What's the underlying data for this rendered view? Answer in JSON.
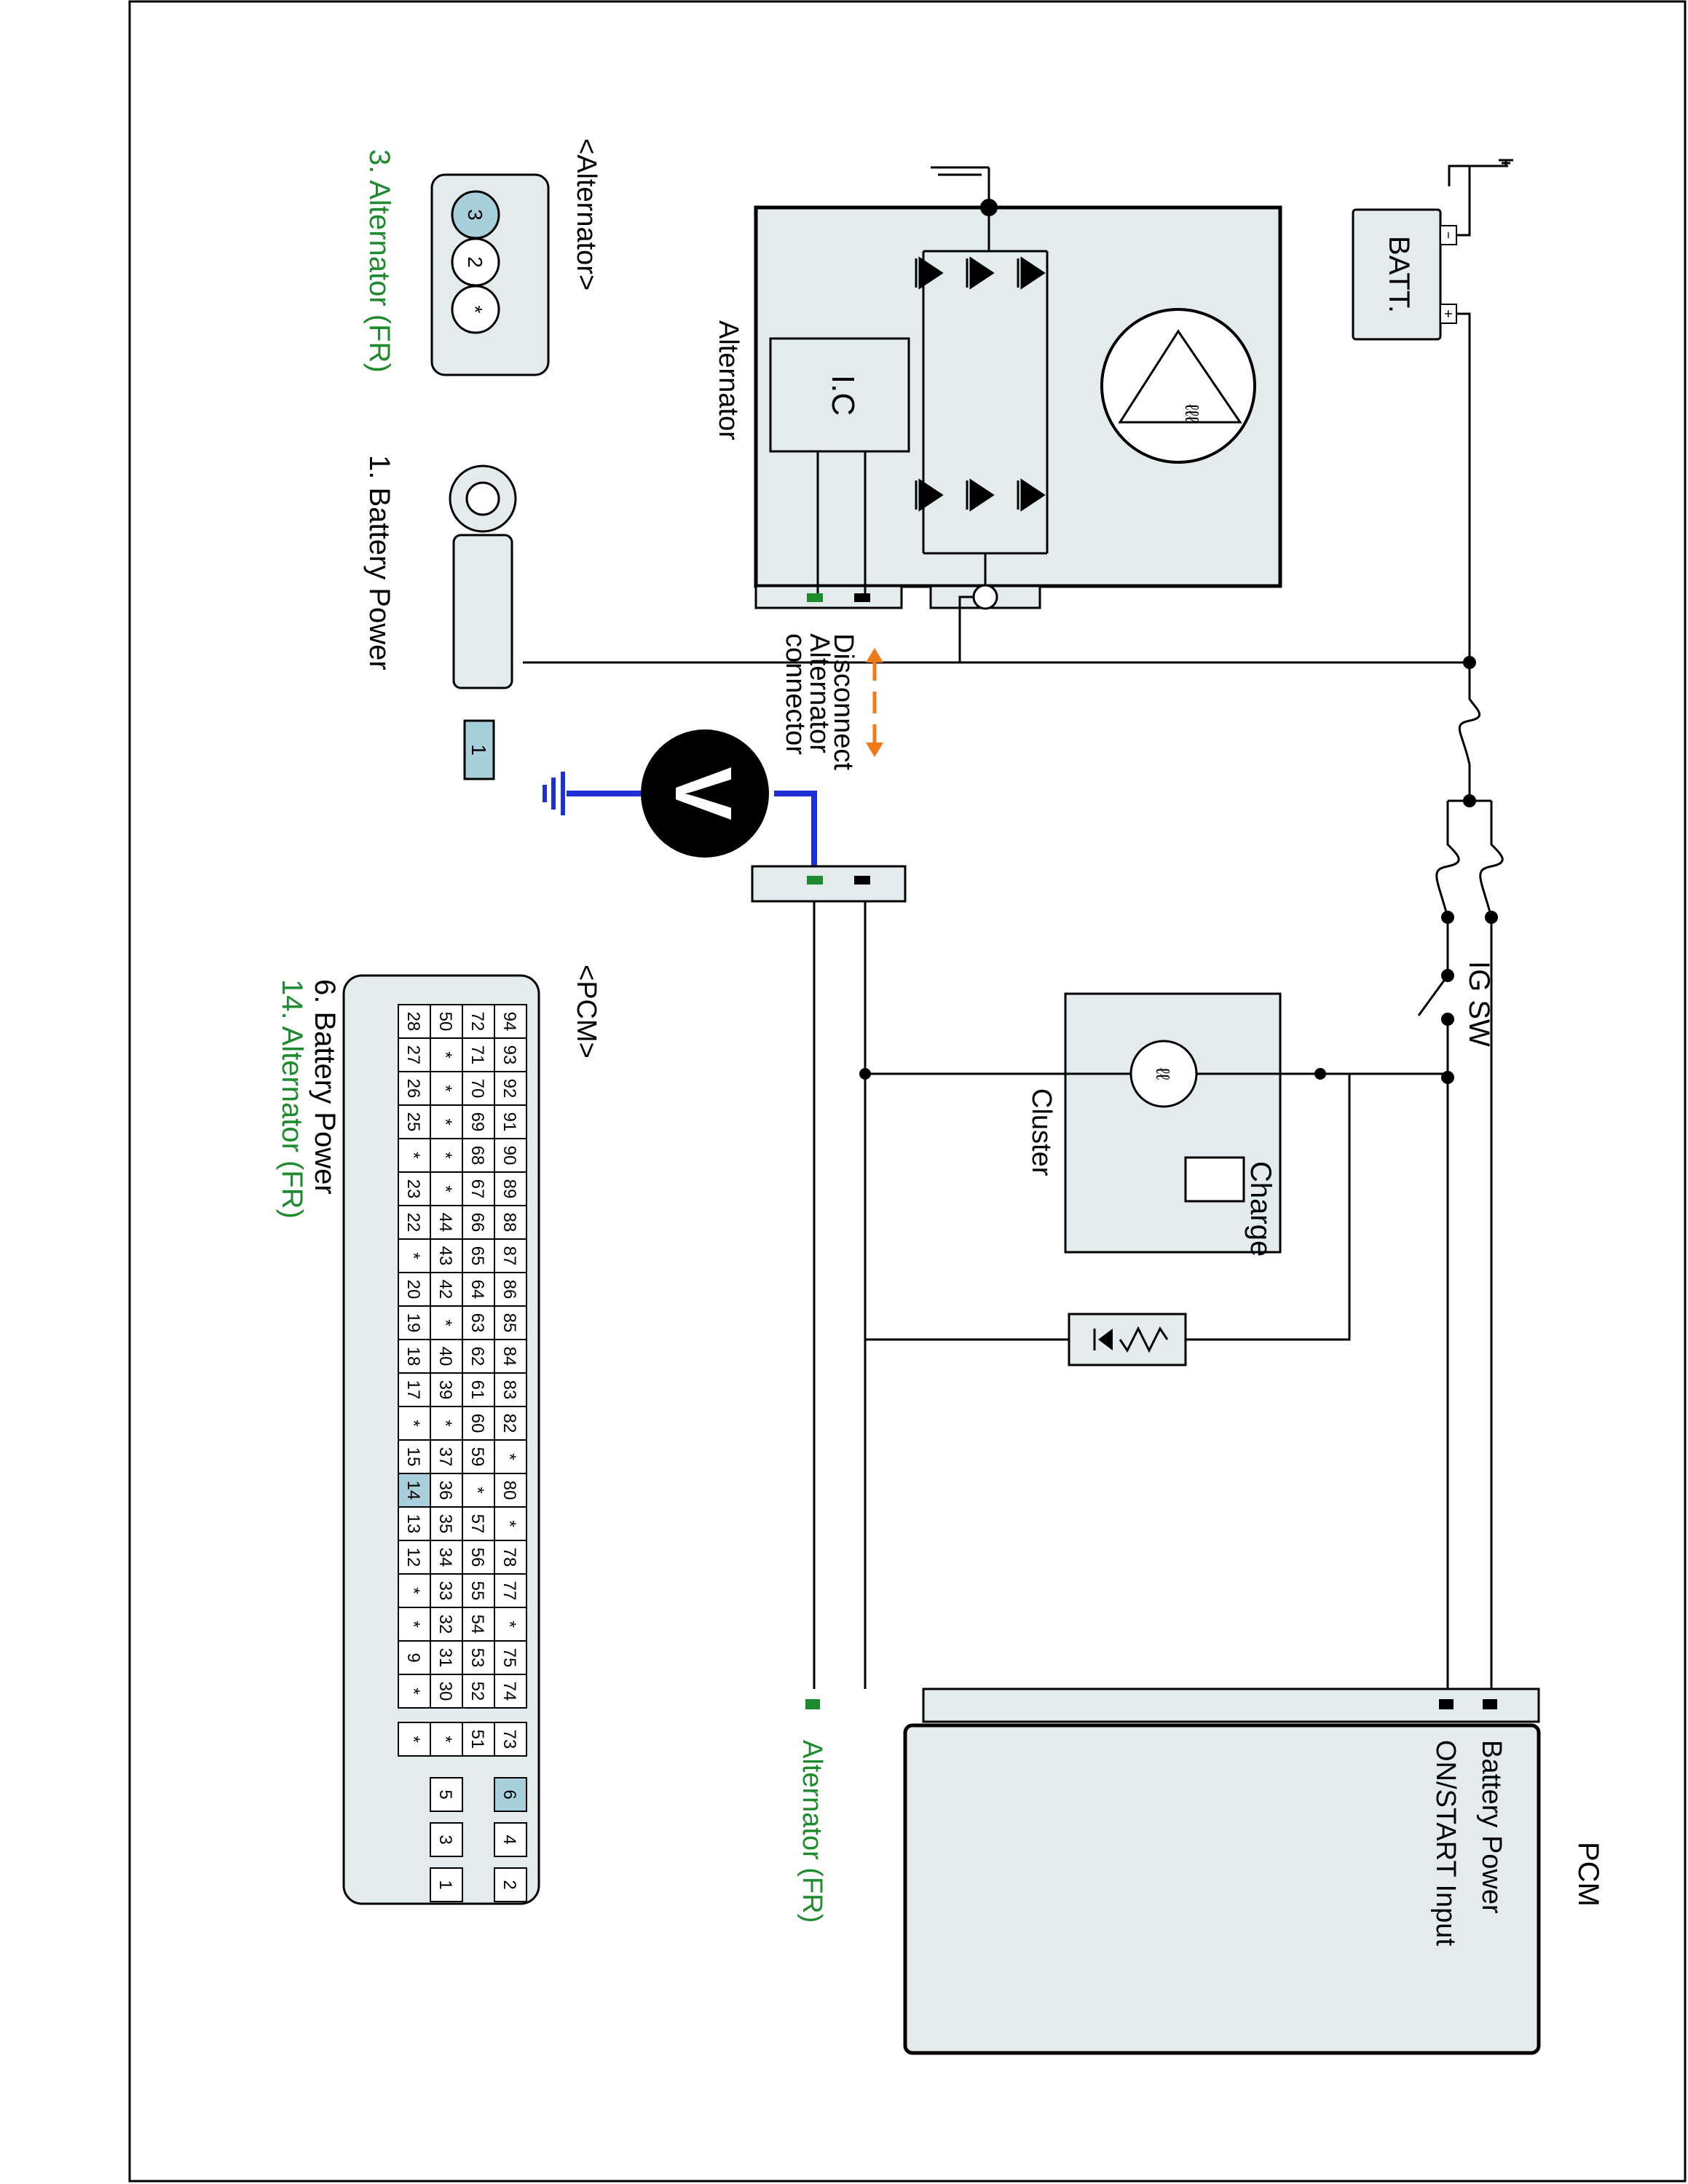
{
  "labels": {
    "pcm_header": "PCM",
    "pcm_battery_power": "Battery Power",
    "pcm_on_start": "ON/START Input",
    "pcm_alternator_fr": "Alternator (FR)",
    "batt": "BATT.",
    "alternator": "Alternator",
    "ic": "I.C",
    "disconnect": [
      "Disconnect",
      "Alternator",
      "connector"
    ],
    "ig_sw": "IG SW",
    "charge": "Charge",
    "cluster": "Cluster",
    "voltmeter": "V",
    "alt_connector_title": "<Alternator>",
    "alt_pin_callout": "3. Alternator (FR)",
    "batt_terminal_callout": "1. Battery Power",
    "batt_terminal_pin": "1",
    "pcm_connector_title": "<PCM>",
    "pcm_pin_6": "6. Battery Power",
    "pcm_pin_14": "14. Alternator (FR)"
  },
  "alt_connector_pins": [
    "3",
    "2",
    "*"
  ],
  "pcm_connector": {
    "rows": [
      [
        "94",
        "93",
        "92",
        "91",
        "90",
        "89",
        "88",
        "87",
        "86",
        "85",
        "84",
        "83",
        "82",
        "*",
        "80",
        "*",
        "78",
        "77",
        "*",
        "75",
        "74"
      ],
      [
        "72",
        "71",
        "70",
        "69",
        "68",
        "67",
        "66",
        "65",
        "64",
        "63",
        "62",
        "61",
        "60",
        "59",
        "*",
        "57",
        "56",
        "55",
        "54",
        "53",
        "52"
      ],
      [
        "50",
        "*",
        "*",
        "*",
        "*",
        "*",
        "44",
        "43",
        "42",
        "*",
        "40",
        "39",
        "*",
        "37",
        "36",
        "35",
        "34",
        "33",
        "32",
        "31",
        "30"
      ],
      [
        "28",
        "27",
        "26",
        "25",
        "*",
        "23",
        "22",
        "*",
        "20",
        "19",
        "18",
        "17",
        "*",
        "15",
        "14",
        "13",
        "12",
        "*",
        "*",
        "9",
        "*"
      ]
    ],
    "extra": [
      "73",
      "51",
      "*",
      "*"
    ],
    "power": [
      [
        "6",
        "5"
      ],
      [
        "4",
        "3"
      ],
      [
        "2",
        "1"
      ]
    ],
    "highlighted": [
      "14",
      "6"
    ]
  },
  "colors": {
    "highlight_pin": "#a8cfdc",
    "green_label": "#1e8a2e",
    "green_terminal": "#1e8a2e",
    "voltmeter_probe": "#1f2fd6",
    "disconnect_arrow": "#f07a1a",
    "box_fill": "#e3ebec"
  }
}
